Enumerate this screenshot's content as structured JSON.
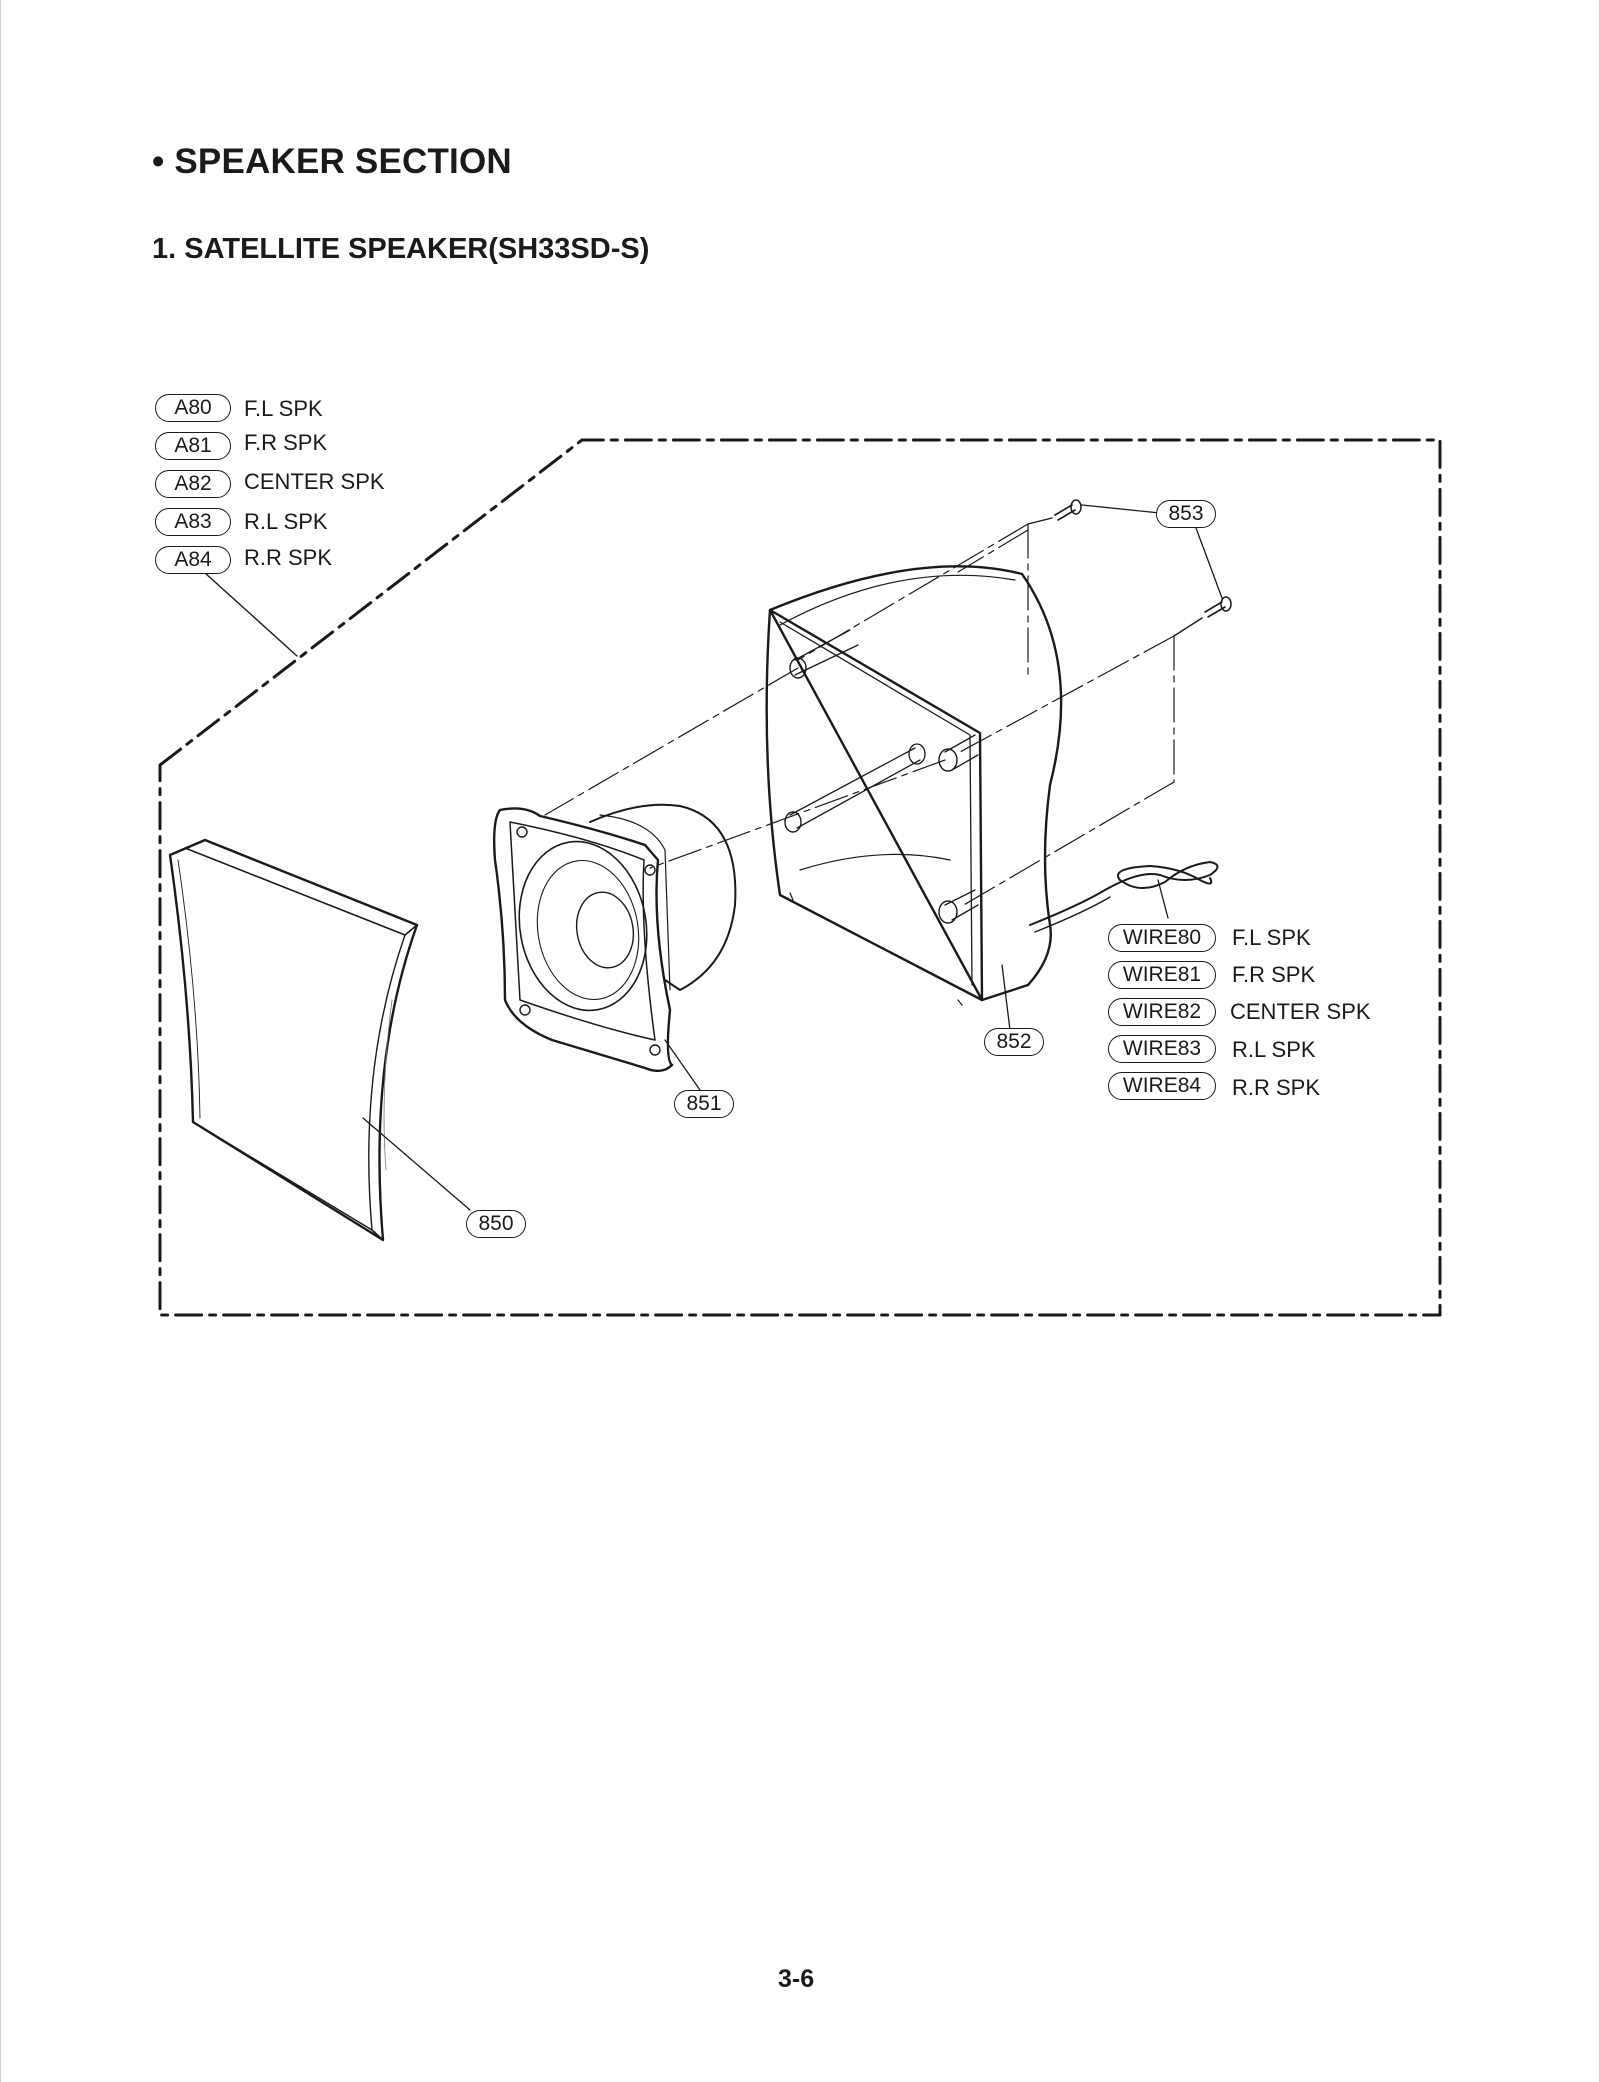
{
  "header": {
    "section_title": "• SPEAKER SECTION",
    "sub_title": "1. SATELLITE SPEAKER(SH33SD-S)"
  },
  "assembly_labels": [
    {
      "code": "A80",
      "desc": "F.L SPK"
    },
    {
      "code": "A81",
      "desc": "F.R SPK"
    },
    {
      "code": "A82",
      "desc": "CENTER SPK"
    },
    {
      "code": "A83",
      "desc": "R.L SPK"
    },
    {
      "code": "A84",
      "desc": "R.R SPK"
    }
  ],
  "wire_labels": [
    {
      "code": "WIRE80",
      "desc": "F.L SPK"
    },
    {
      "code": "WIRE81",
      "desc": "F.R SPK"
    },
    {
      "code": "WIRE82",
      "desc": "CENTER SPK"
    },
    {
      "code": "WIRE83",
      "desc": "R.L SPK"
    },
    {
      "code": "WIRE84",
      "desc": "R.R SPK"
    }
  ],
  "parts": {
    "grille": "850",
    "driver": "851",
    "cabinet": "852",
    "screw": "853"
  },
  "footer": {
    "page_number": "3-6"
  },
  "colors": {
    "ink": "#1a1a1a",
    "paper": "#ffffff"
  }
}
